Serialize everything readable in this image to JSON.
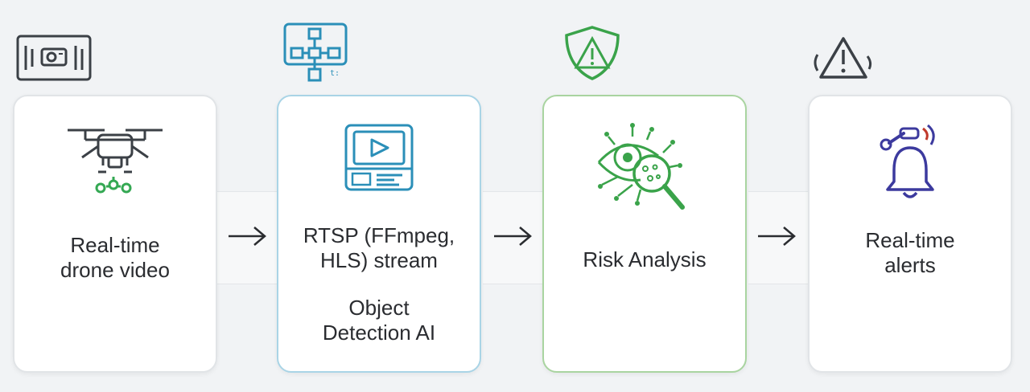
{
  "steps": [
    {
      "title": "Real-time\ndrone video",
      "top_icon": "camera-panel-icon",
      "card_icon": "drone-icon",
      "color": "#3b4046",
      "accent": "#34a853"
    },
    {
      "title": "RTSP (FFmpeg,\nHLS) stream",
      "subtitle": "Object\nDetection AI",
      "top_icon": "network-flow-icon",
      "card_icon": "video-player-icon",
      "color": "#2b8fb8"
    },
    {
      "title": "Risk Analysis",
      "top_icon": "shield-warning-icon",
      "card_icon": "eye-magnifier-icon",
      "color": "#3aa34a"
    },
    {
      "title": "Real-time\nalerts",
      "top_icon": "warning-triangle-icon",
      "card_icon": "bell-alarm-icon",
      "color": "#3c3a9e"
    }
  ],
  "connectors": [
    "arrow-right-icon",
    "arrow-right-icon",
    "arrow-right-icon"
  ]
}
